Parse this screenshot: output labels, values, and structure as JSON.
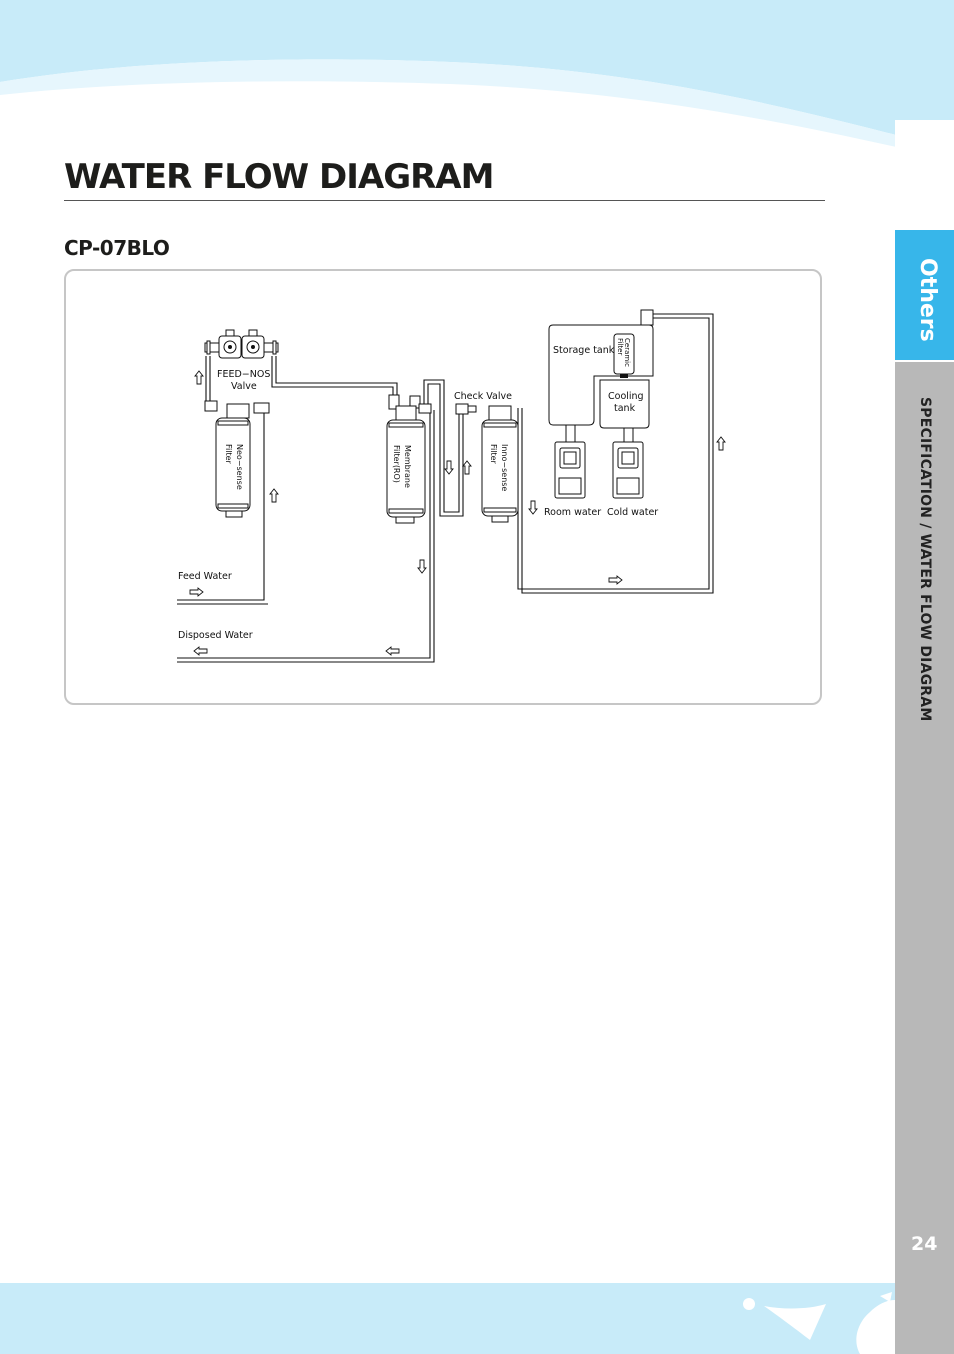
{
  "header": {
    "title": "WATER FLOW DIAGRAM",
    "model": "CP-07BLO"
  },
  "sidebar": {
    "tab_label": "Others",
    "section_label": "SPECIFICATION / WATER FLOW DIAGRAM"
  },
  "footer": {
    "page_number": "24"
  },
  "diagram": {
    "feed_nos_valve": [
      "FEED−NOS",
      "Valve"
    ],
    "neo_sense_filter": [
      "Neo−sense",
      "Filter"
    ],
    "membrane_filter": [
      "Membrane",
      "Filter(RO)"
    ],
    "check_valve": "Check  Valve",
    "inno_sense_filter": [
      "Inno−sense",
      "Filter"
    ],
    "storage_tank": "Storage  tank",
    "ceramic_filter": [
      "Ceramic",
      "Filter"
    ],
    "cooling_tank": [
      "Cooling",
      "tank"
    ],
    "room_water": "Room  water",
    "cold_water": "Cold  water",
    "feed_water": "Feed  Water",
    "disposed_water": "Disposed  Water"
  },
  "colors": {
    "accent_blue": "#37b6ea",
    "light_blue": "#c8ebf9",
    "side_grey": "#b8b8b8"
  }
}
